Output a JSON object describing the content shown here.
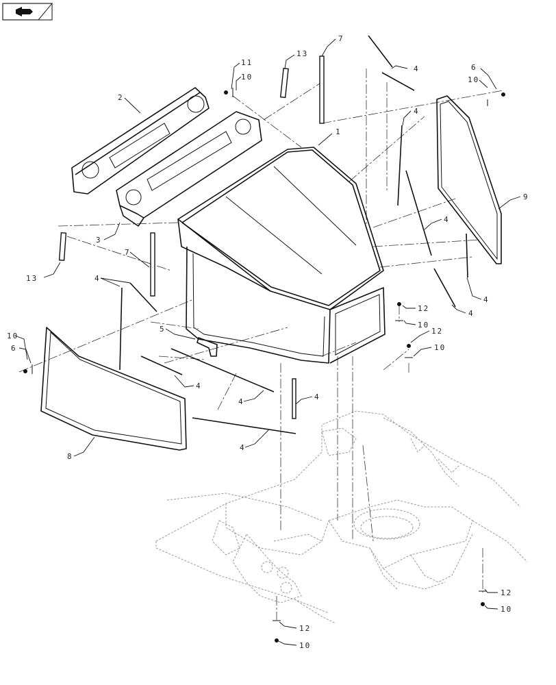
{
  "nav_icon": "next-page-icon",
  "callouts": {
    "c1": "1",
    "c2": "2",
    "c3": "3",
    "c4a": "4",
    "c4b": "4",
    "c4c": "4",
    "c4d": "4",
    "c4e": "4",
    "c4f": "4",
    "c4g": "4",
    "c4h": "4",
    "c4i": "4",
    "c4j": "4",
    "c5": "5",
    "c6a": "6",
    "c6b": "6",
    "c7a": "7",
    "c7b": "7",
    "c8": "8",
    "c9": "9",
    "c10a": "10",
    "c10b": "10",
    "c10c": "10",
    "c10d": "10",
    "c10e": "10",
    "c10f": "10",
    "c10g": "10",
    "c11": "11",
    "c12a": "12",
    "c12b": "12",
    "c12c": "12",
    "c12d": "12",
    "c13a": "13",
    "c13b": "13"
  }
}
